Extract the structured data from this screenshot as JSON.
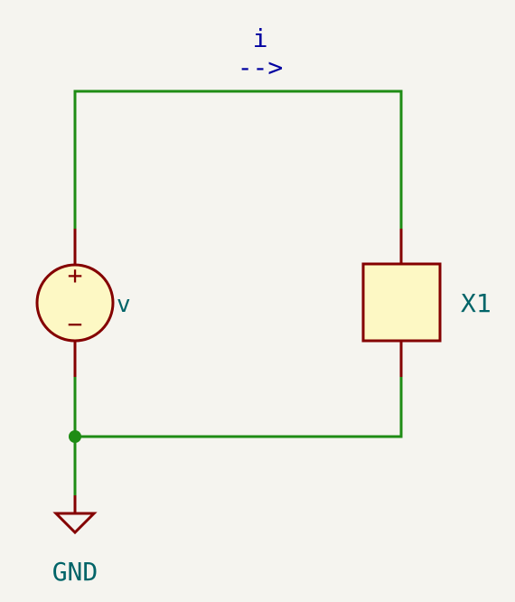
{
  "current_label": "i",
  "current_arrow": "-->",
  "source_ref": "v",
  "source_plus": "+",
  "source_minus": "−",
  "load_ref": "X1",
  "ground_label": "GND",
  "colors": {
    "background": "#f5f4ef",
    "wire": "#1e8c14",
    "junction": "#1e8c14",
    "component_outline": "#840000",
    "component_fill": "#fdf8c4",
    "reference_text": "#006468",
    "current_annotation": "#0000a0"
  },
  "icons": {
    "voltage_source": "voltage-source-symbol",
    "load": "generic-two-terminal-symbol",
    "ground": "ground-symbol",
    "junction": "junction-dot"
  }
}
